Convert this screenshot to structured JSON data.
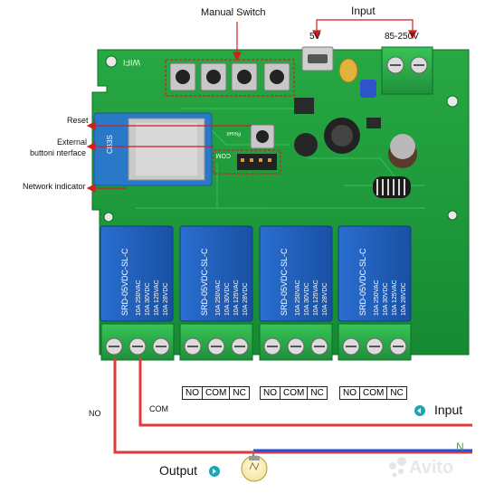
{
  "labels": {
    "manual_switch": "Manual Switch",
    "input_top": "Input",
    "v5": "5V",
    "v85_250": "85-250V",
    "reset": "Reset",
    "external_button_1": "External",
    "external_button_2": "buttoni nterface",
    "network_indicator": "Network indicator",
    "no_wire": "NO",
    "com_wire": "COM",
    "input_right": "Input",
    "neutral": "N",
    "output": "Output"
  },
  "board": {
    "wifi_silk": "WIFI",
    "cb3s_silk": "CB3S",
    "reset_silk": "Reset",
    "com_silk": "COM"
  },
  "relays": [
    {
      "line1": "SRD-05VDC-SL-C",
      "line2": "10A 250VAC",
      "line3": "10A 30VDC",
      "line4": "10A 125VAC",
      "line5": "10A 28VDC"
    },
    {
      "line1": "SRD-05VDC-SL-C",
      "line2": "10A 250VAC",
      "line3": "10A 30VDC",
      "line4": "10A 125VAC",
      "line5": "10A 28VDC"
    },
    {
      "line1": "SRD-05VDC-SL-C",
      "line2": "10A 250VAC",
      "line3": "10A 30VDC",
      "line4": "10A 125VAC",
      "line5": "10A 28VDC"
    },
    {
      "line1": "SRD-05VDC-SL-C",
      "line2": "10A 250VAC",
      "line3": "10A 30VDC",
      "line4": "10A 125VAC",
      "line5": "10A 28VDC"
    }
  ],
  "terminal_groups": [
    [
      "NO",
      "COM",
      "NC"
    ],
    [
      "NO",
      "COM",
      "NC"
    ],
    [
      "NO",
      "COM",
      "NC"
    ]
  ],
  "watermark": "Avito",
  "colors": {
    "pcb": "#1f9a3a",
    "pcb_dark": "#157a2c",
    "relay_blue": "#1d5fb8",
    "terminal_green": "#2fae4a",
    "wire_red": "#e03a3a",
    "wire_blue": "#2a4fd6",
    "annotation_red": "#d21f1f",
    "teal_marker": "#1ba6b8"
  }
}
